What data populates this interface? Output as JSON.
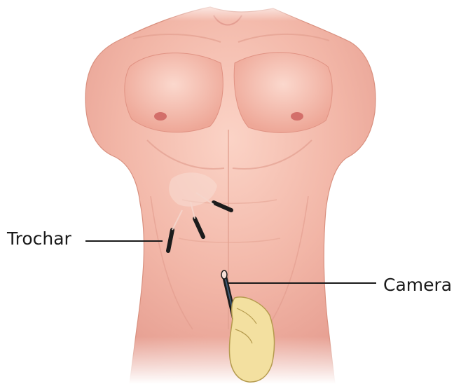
{
  "labels": {
    "trochar": "Trochar",
    "camera": "Camera"
  },
  "colors": {
    "skin": "#f0b4a6",
    "skin_shadow": "#d98a80",
    "skin_highlight": "#fbd8cd",
    "nipple": "#d36f6a",
    "instrument": "#1c1c1c",
    "hand": "#f3e0a0",
    "leader_line": "#1a1a1a"
  },
  "icons": {
    "torso": "anatomical-torso-illustration",
    "trochar": "trochar-port-icon",
    "camera": "laparoscope-camera-icon",
    "hand": "gloved-hand-icon"
  }
}
